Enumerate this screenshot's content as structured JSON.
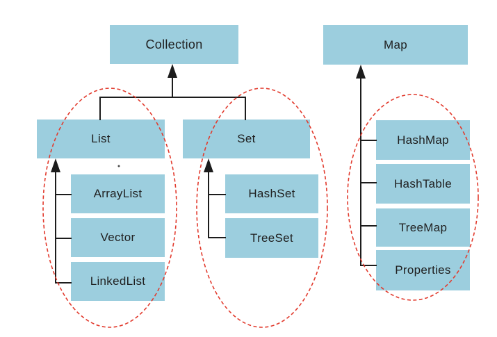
{
  "tree": {
    "collection": {
      "label": "Collection",
      "children": {
        "list": {
          "label": "List",
          "children": {
            "arraylist": {
              "label": "ArrayList"
            },
            "vector": {
              "label": "Vector"
            },
            "linkedlist": {
              "label": "LinkedList"
            }
          }
        },
        "set": {
          "label": "Set",
          "children": {
            "hashset": {
              "label": "HashSet"
            },
            "treeset": {
              "label": "TreeSet"
            }
          }
        }
      }
    },
    "map": {
      "label": "Map",
      "children": {
        "hashmap": {
          "label": "HashMap"
        },
        "hashtable": {
          "label": "HashTable"
        },
        "treemap": {
          "label": "TreeMap"
        },
        "properties": {
          "label": "Properties"
        }
      }
    }
  },
  "colors": {
    "node_fill": "#9ccede",
    "group_outline": "#e23b2e",
    "connector": "#1c1c1c",
    "background": "#ffffff"
  }
}
